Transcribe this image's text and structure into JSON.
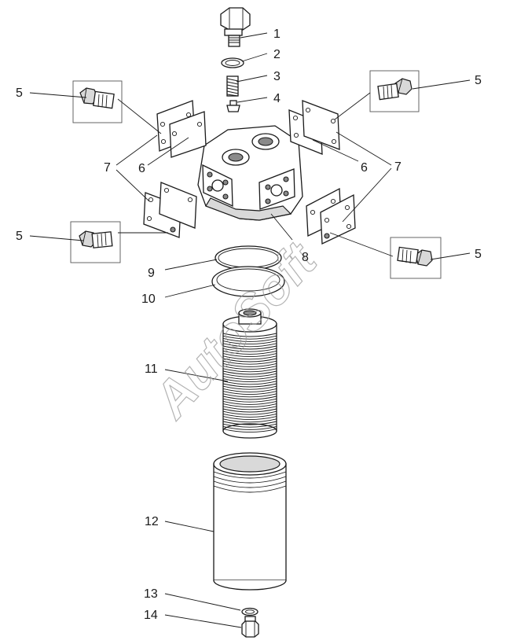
{
  "callouts": {
    "c1": "1",
    "c2": "2",
    "c3": "3",
    "c4": "4",
    "c5a": "5",
    "c5b": "5",
    "c5c": "5",
    "c5d": "5",
    "c6a": "6",
    "c6b": "6",
    "c7a": "7",
    "c7b": "7",
    "c8": "8",
    "c9": "9",
    "c10": "10",
    "c11": "11",
    "c12": "12",
    "c13": "13",
    "c14": "14"
  },
  "watermark": "AutoSoft",
  "colors": {
    "line": "#1a1a1a",
    "shade": "#d9d9d9",
    "watermark": "#9a9a9a"
  }
}
